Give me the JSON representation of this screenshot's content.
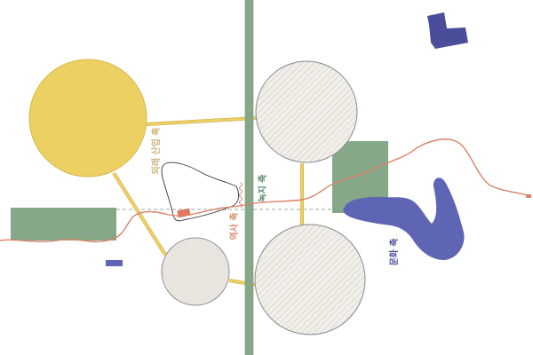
{
  "labels": {
    "industry_axis": "외래 산업 축",
    "green_axis": "녹지 축",
    "history_axis": "역사 축",
    "culture_axis": "문화 축"
  },
  "colors": {
    "industry": "#c8b47a",
    "green": "#5d8a6e",
    "history": "#d98c6a",
    "culture": "#4a4e9a",
    "yellow_circle": "#edd062",
    "green_block": "#87a888",
    "blue_shape": "#5f65b5",
    "red_line": "#d9836a",
    "hatch_circle": "#8a8a92"
  }
}
